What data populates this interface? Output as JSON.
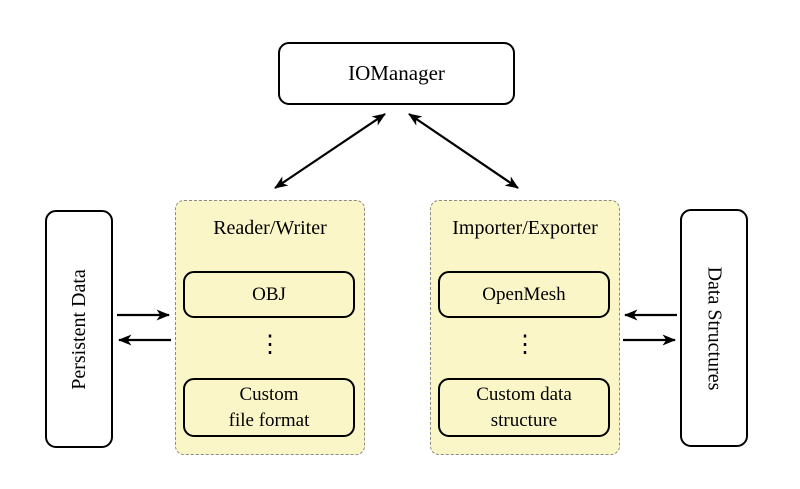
{
  "diagram": {
    "iomanager": {
      "label": "IOManager"
    },
    "reader_writer": {
      "title": "Reader/Writer",
      "items": [
        {
          "label": "OBJ"
        },
        {
          "label": "Custom\nfile format"
        }
      ],
      "ellipsis": "⋮"
    },
    "importer_exporter": {
      "title": "Importer/Exporter",
      "items": [
        {
          "label": "OpenMesh"
        },
        {
          "label": "Custom data\nstructure"
        }
      ],
      "ellipsis": "⋮"
    },
    "persistent_data": {
      "label": "Persistent Data"
    },
    "data_structures": {
      "label": "Data Structures"
    },
    "colors": {
      "background": "#FFFFFF",
      "container_fill": "#FBF6C8",
      "container_border": "#8A8A8A",
      "node_fill": "#FFFFFF",
      "node_border": "#000000",
      "arrow": "#000000",
      "text": "#000000"
    }
  }
}
